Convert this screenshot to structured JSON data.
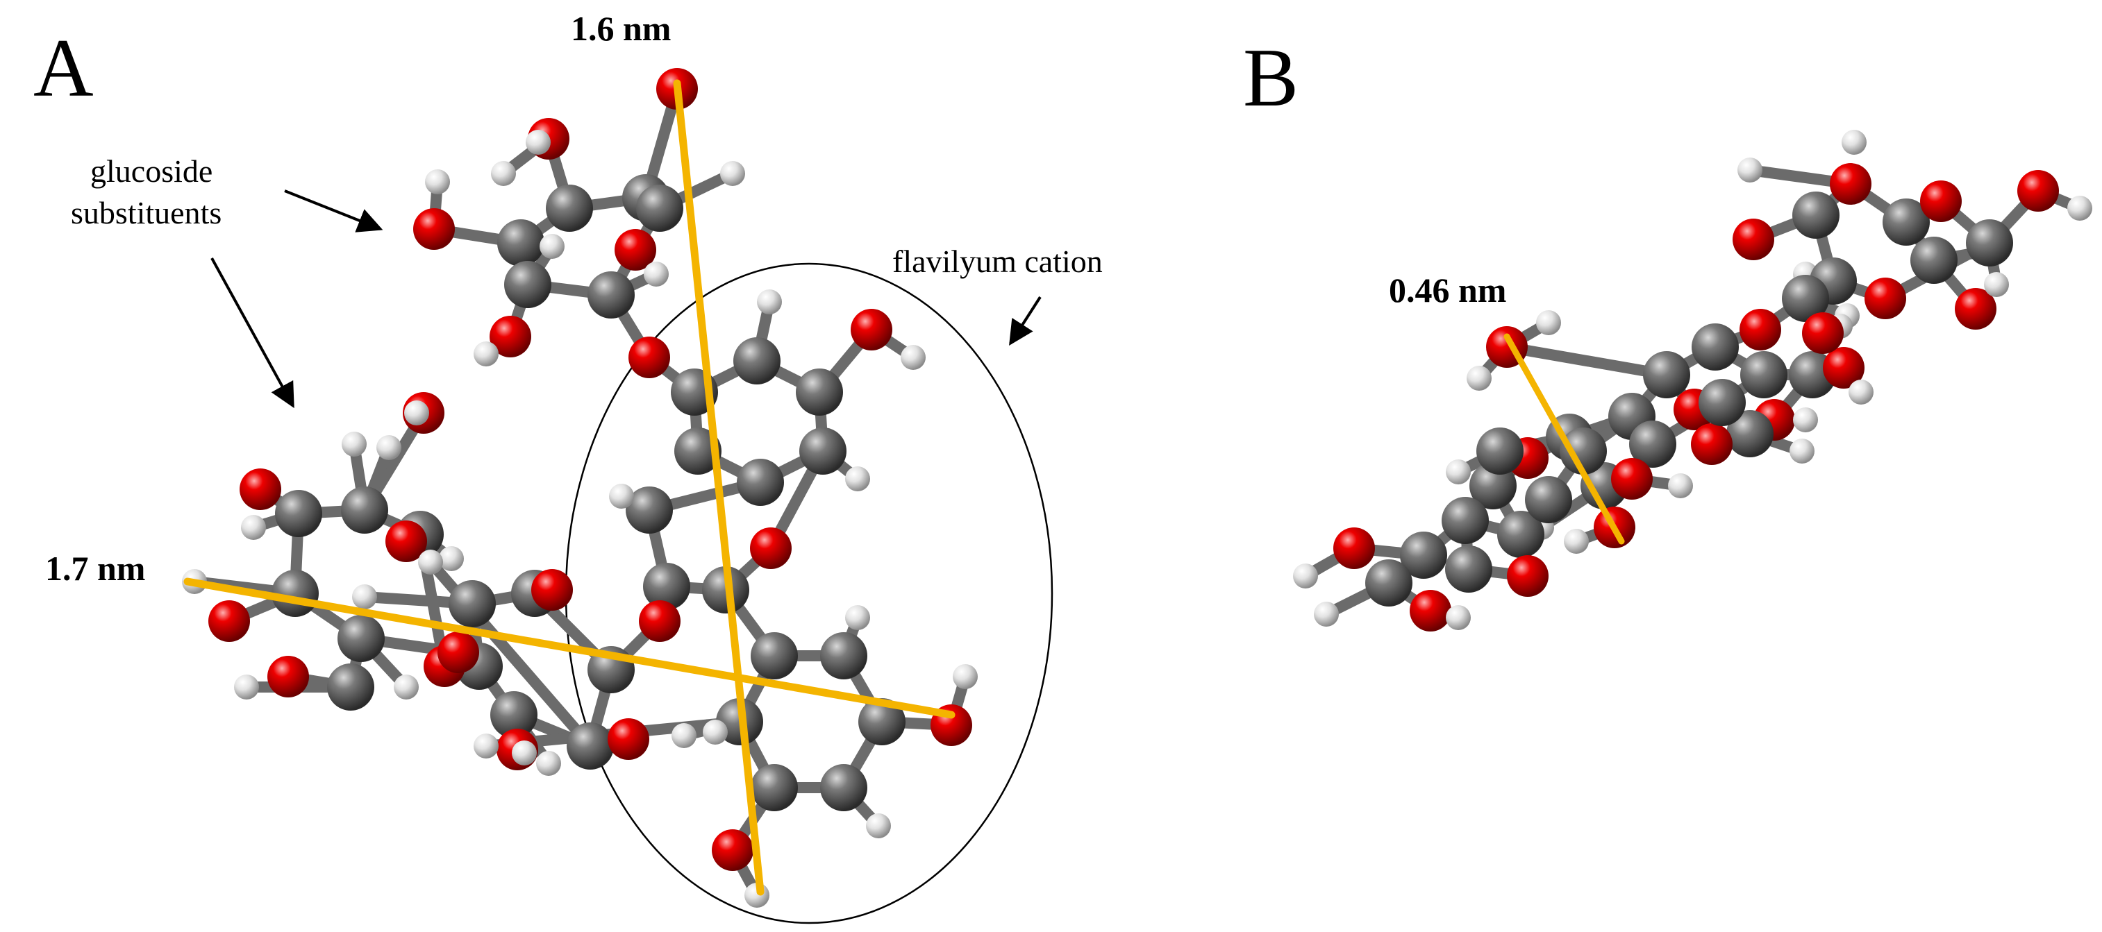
{
  "panels": {
    "a": {
      "letter": "A",
      "dimension_long_label": "1.6 nm",
      "dimension_wide_label": "1.7 nm",
      "glucoside_label_line1": "glucoside",
      "glucoside_label_line2": "substituents",
      "flavilyum_label": "flavilyum cation"
    },
    "b": {
      "letter": "B",
      "thickness_label": "0.46 nm"
    }
  },
  "colors": {
    "carbon": "#5a5a5a",
    "oxygen": "#e00000",
    "hydrogen": "#e6e6e6",
    "bond": "#6e6e6e",
    "measure_line": "#f4b400",
    "annotation": "#000000"
  }
}
